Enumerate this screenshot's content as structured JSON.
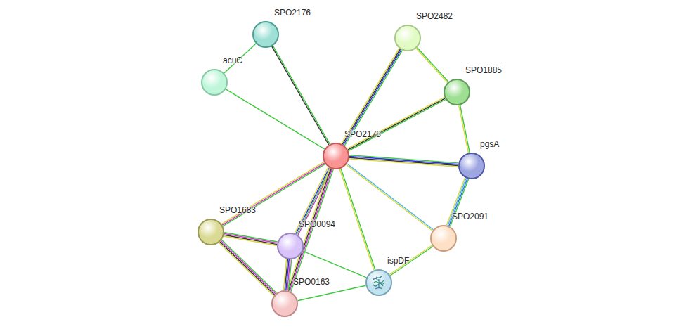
{
  "diagram": {
    "nodes": [
      {
        "text": [
          "SPO2176"
        ]
      },
      {
        "text": [
          "SPO2482"
        ]
      },
      {
        "text": [
          "acuC"
        ]
      },
      {
        "text": [
          "SPO1885"
        ]
      },
      {
        "text": [
          "SPO2178"
        ]
      },
      {
        "text": [
          "pgsA"
        ]
      },
      {
        "text": [
          "SPO1683"
        ]
      },
      {
        "text": [
          "SPO2091"
        ]
      },
      {
        "text": [
          "SPO0094"
        ]
      },
      {
        "text": [
          "ispDF"
        ]
      },
      {
        "text": [
          "SPO0163"
        ]
      }
    ],
    "edges": [
      {
        "from": 0,
        "to": 2,
        "arrow": "none"
      },
      {
        "from": 0,
        "to": 4,
        "arrow": "none"
      },
      {
        "from": 2,
        "to": 4,
        "arrow": "none"
      },
      {
        "from": 1,
        "to": 4,
        "arrow": "none"
      },
      {
        "from": 1,
        "to": 3,
        "arrow": "none"
      },
      {
        "from": 3,
        "to": 4,
        "arrow": "none"
      },
      {
        "from": 3,
        "to": 5,
        "arrow": "none"
      },
      {
        "from": 4,
        "to": 5,
        "arrow": "none"
      },
      {
        "from": 5,
        "to": 7,
        "arrow": "none"
      },
      {
        "from": 4,
        "to": 7,
        "arrow": "none"
      },
      {
        "from": 4,
        "to": 9,
        "arrow": "none"
      },
      {
        "from": 7,
        "to": 9,
        "arrow": "none"
      },
      {
        "from": 4,
        "to": 6,
        "arrow": "none"
      },
      {
        "from": 4,
        "to": 8,
        "arrow": "none"
      },
      {
        "from": 4,
        "to": 10,
        "arrow": "none"
      },
      {
        "from": 6,
        "to": 8,
        "arrow": "none"
      },
      {
        "from": 6,
        "to": 10,
        "arrow": "none"
      },
      {
        "from": 8,
        "to": 10,
        "arrow": "none"
      },
      {
        "from": 8,
        "to": 9,
        "arrow": "none"
      },
      {
        "from": 10,
        "to": 9,
        "arrow": "none"
      }
    ]
  }
}
